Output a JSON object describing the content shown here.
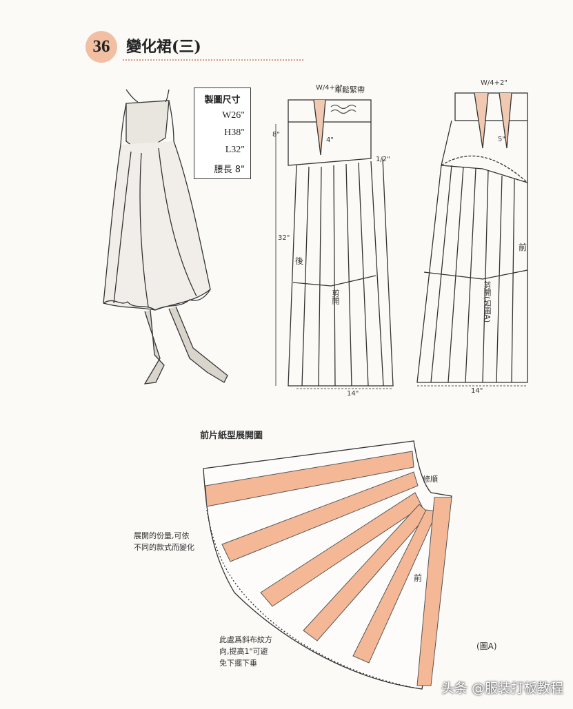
{
  "header": {
    "page_number": "36",
    "title": "變化裙(三)"
  },
  "size_chart": {
    "heading": "製圖尺寸",
    "waist": "W26\"",
    "hip": "H38\"",
    "length": "L32\"",
    "yoke_length": "腰長 8\""
  },
  "back_pattern": {
    "top_label": "車鬆緊帶",
    "top_measure": "W/4+2\"",
    "back_label": "後",
    "cut_label": "剪開",
    "hem_width": "14\"",
    "length_label": "32\"",
    "yoke_label": "8\"",
    "dart_depth": "4\"",
    "side_measure": "1/2\""
  },
  "front_pattern": {
    "top_measure": "W/4+2\"",
    "front_label": "前",
    "cut_label": "剪開(如圖A)",
    "hem_width": "14\"",
    "dart_depth": "5\""
  },
  "spread_diagram": {
    "title": "前片紙型展開圖",
    "smooth_label": "修順",
    "front_label": "前",
    "note_spread": [
      "展開的份量,可依",
      "不同的款式而變化"
    ],
    "note_bias": [
      "此處爲斜布紋方",
      "向,提高1\"可避",
      "免下擺下垂"
    ],
    "figure_label": "(圖A)"
  },
  "watermark": "头条 @服装打板教程",
  "colors": {
    "accent": "#f2bfa3",
    "band_fill": "#f5b896",
    "line": "#333333"
  }
}
